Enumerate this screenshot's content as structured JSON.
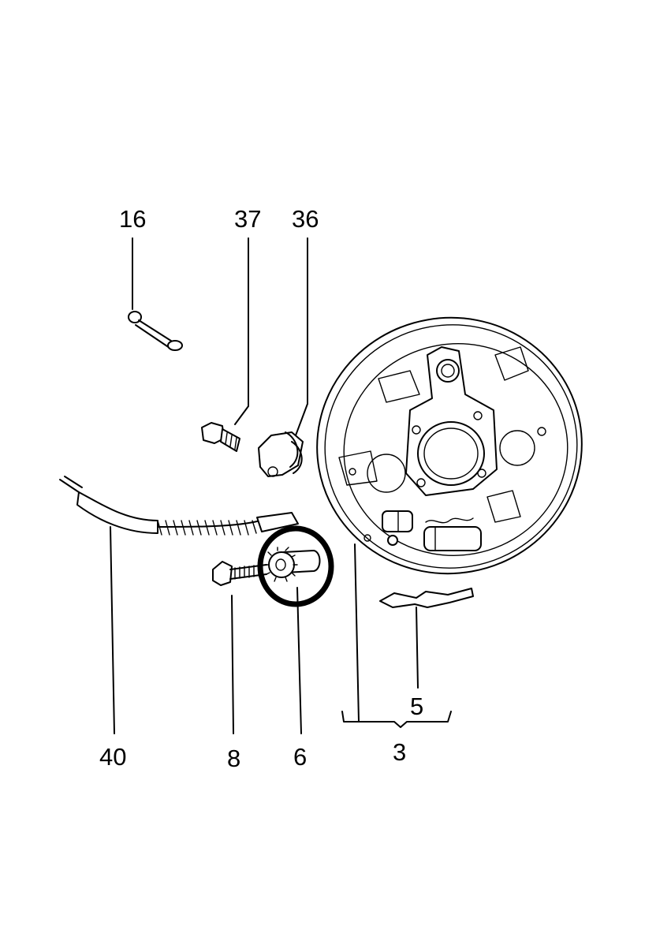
{
  "labels": {
    "split_pin": "16",
    "bolt": "37",
    "clip": "36",
    "cable": "40",
    "adjuster_bolt": "8",
    "adjuster_wheel": "6",
    "spring_plate": "5",
    "backplate_assembly": "3"
  },
  "highlight": {
    "part": "6",
    "color": "#000000"
  }
}
